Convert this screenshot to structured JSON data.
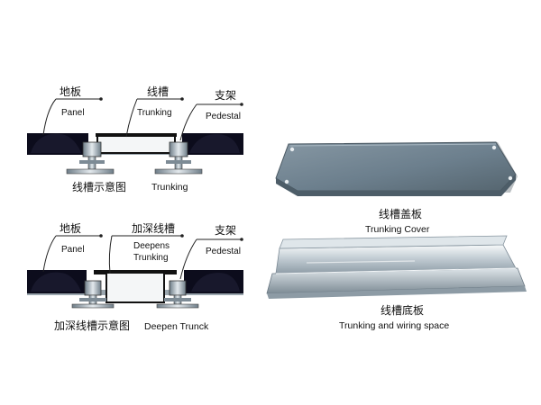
{
  "diagram_top": {
    "label_floor_cn": "地板",
    "label_floor_en": "Panel",
    "label_trunking_cn": "线槽",
    "label_trunking_en": "Trunking",
    "label_pedestal_cn": "支架",
    "label_pedestal_en": "Pedestal",
    "caption_cn": "线槽示意图",
    "caption_en": "Trunking"
  },
  "diagram_bottom": {
    "label_floor_cn": "地板",
    "label_floor_en": "Panel",
    "label_deep_cn": "加深线槽",
    "label_deep_en_line1": "Deepens",
    "label_deep_en_line2": "Trunking",
    "label_pedestal_cn": "支架",
    "label_pedestal_en": "Pedestal",
    "caption_cn": "加深线槽示意图",
    "caption_en": "Deepen Trunck"
  },
  "product_cover": {
    "caption_cn": "线槽盖板",
    "caption_en": "Trunking Cover"
  },
  "product_base": {
    "caption_cn": "线槽底板",
    "caption_en": "Trunking and wiring space"
  },
  "colors": {
    "panel_fill": "#0c0c1c",
    "steel_light": "#b9c6cf",
    "steel_dark": "#5d6b76",
    "cover_face": "#6f8290"
  }
}
